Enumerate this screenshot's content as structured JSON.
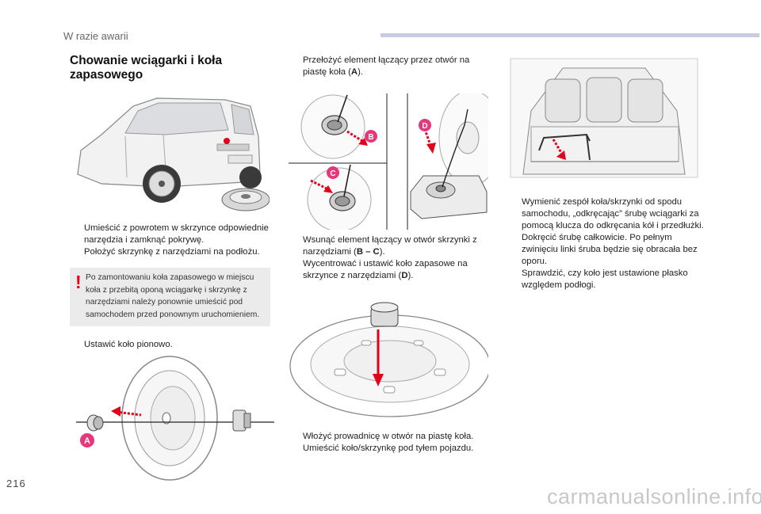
{
  "header": {
    "section": "W razie awarii"
  },
  "title": "Chowanie wciągarki i koła zapasowego",
  "page_number": "216",
  "watermark": "carmanualsonline.info",
  "col1": {
    "steps_a": [
      "Umieścić z powrotem w skrzynce odpowiednie narzędzia i zamknąć pokrywę.",
      "Położyć skrzynkę z narzędziami na podłożu."
    ],
    "warning": {
      "mark": "!",
      "text": "Po zamontowaniu koła zapasowego w miejscu koła z przebitą oponą wciągarkę i skrzynkę z narzędziami należy ponownie umieścić pod samochodem przed ponownym uruchomieniem."
    },
    "step_b": "Ustawić koło pionowo."
  },
  "col2": {
    "step_top_pre": "Przełożyć element łączący przez otwór na piastę koła (",
    "step_top_bold": "A",
    "step_top_post": ").",
    "step_insert_pre": "Wsunąć element łączący w otwór skrzynki z narzędziami (",
    "step_insert_bold": "B – C",
    "step_insert_post": ").",
    "step_center_pre": "Wycentrować i ustawić koło zapasowe na skrzynce z narzędziami (",
    "step_center_bold": "D",
    "step_center_post": ").",
    "steps_bottom": [
      "Włożyć prowadnicę w otwór na piastę koła.",
      "Umieścić koło/skrzynkę pod tyłem pojazdu."
    ]
  },
  "col3": {
    "steps": [
      "Wymienić zespół koła/skrzynki od spodu samochodu, „odkręcając” śrubę wciągarki za pomocą klucza do odkręcania kół i przedłużki.",
      "Dokręcić śrubę całkowicie. Po pełnym zwinięciu linki śruba będzie się obracała bez oporu.",
      "Sprawdzić, czy koło jest ustawione płasko względem podłogi."
    ]
  },
  "labels": {
    "a": "A",
    "b": "B",
    "c": "C",
    "d": "D"
  },
  "bullet_glyph": "",
  "colors": {
    "accent_red": "#e2001a",
    "label_pink": "#e4387a",
    "header_bar": "#c9cbe2",
    "warning_bg": "#ebebeb"
  }
}
